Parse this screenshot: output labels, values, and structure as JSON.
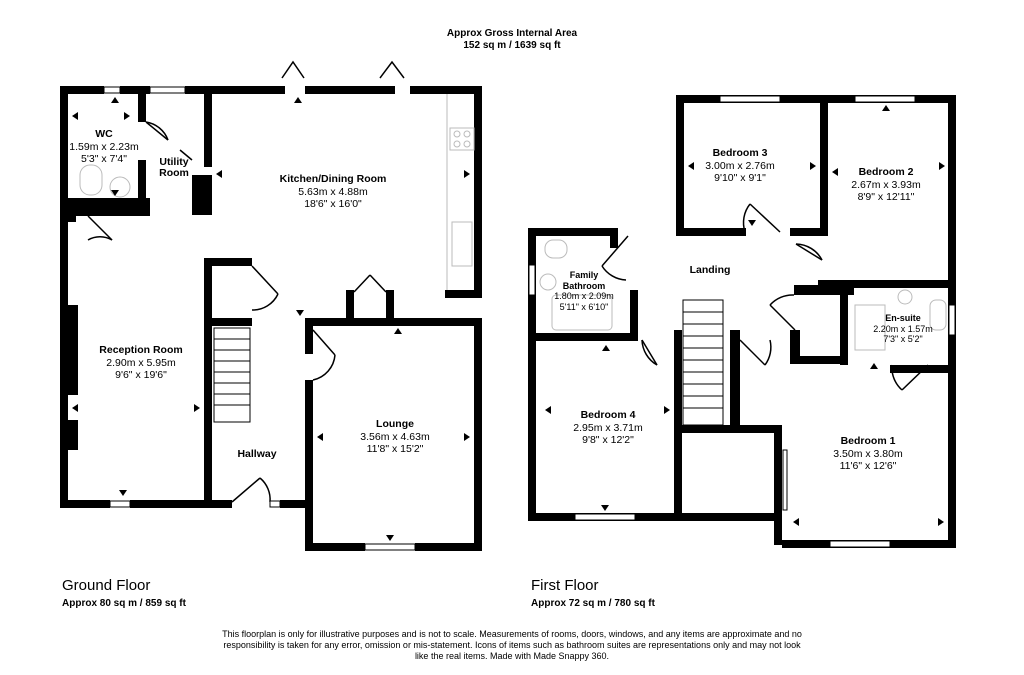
{
  "header": {
    "title": "Approx Gross Internal Area",
    "area": "152 sq m / 1639 sq ft"
  },
  "ground_floor": {
    "name": "Ground Floor",
    "area": "Approx 80 sq m / 859 sq ft",
    "rooms": [
      {
        "name": "WC",
        "metric": "1.59m x 2.23m",
        "imperial": "5'3\" x 7'4\""
      },
      {
        "name": "Utility Room",
        "metric": "",
        "imperial": ""
      },
      {
        "name": "Kitchen/Dining Room",
        "metric": "5.63m x 4.88m",
        "imperial": "18'6\" x 16'0\""
      },
      {
        "name": "Reception Room",
        "metric": "2.90m x 5.95m",
        "imperial": "9'6\" x 19'6\""
      },
      {
        "name": "Lounge",
        "metric": "3.56m x 4.63m",
        "imperial": "11'8\" x 15'2\""
      },
      {
        "name": "Hallway",
        "metric": "",
        "imperial": ""
      }
    ]
  },
  "first_floor": {
    "name": "First Floor",
    "area": "Approx 72 sq m / 780 sq ft",
    "rooms": [
      {
        "name": "Bedroom 3",
        "metric": "3.00m x 2.76m",
        "imperial": "9'10\" x 9'1\""
      },
      {
        "name": "Bedroom 2",
        "metric": "2.67m x 3.93m",
        "imperial": "8'9\" x 12'11\""
      },
      {
        "name": "Family Bathroom",
        "metric": "1.80m x 2.09m",
        "imperial": "5'11\" x 6'10\""
      },
      {
        "name": "Landing",
        "metric": "",
        "imperial": ""
      },
      {
        "name": "En-suite",
        "metric": "2.20m x 1.57m",
        "imperial": "7'3\" x 5'2\""
      },
      {
        "name": "Bedroom 4",
        "metric": "2.95m x 3.71m",
        "imperial": "9'8\" x 12'2\""
      },
      {
        "name": "Bedroom 1",
        "metric": "3.50m x 3.80m",
        "imperial": "11'6\" x 12'6\""
      }
    ]
  },
  "footer": {
    "disclaimer": "This floorplan is only for illustrative purposes and is not to scale. Measurements of rooms, doors, windows, and any items are approximate and no responsibility is taken for any error, omission or mis-statement. Icons of items such as bathroom suites are representations only and may not look like the real items. Made with Made Snappy 360."
  },
  "colors": {
    "wall": "#000000",
    "fixture": "#bbbbbb",
    "background": "#ffffff"
  }
}
